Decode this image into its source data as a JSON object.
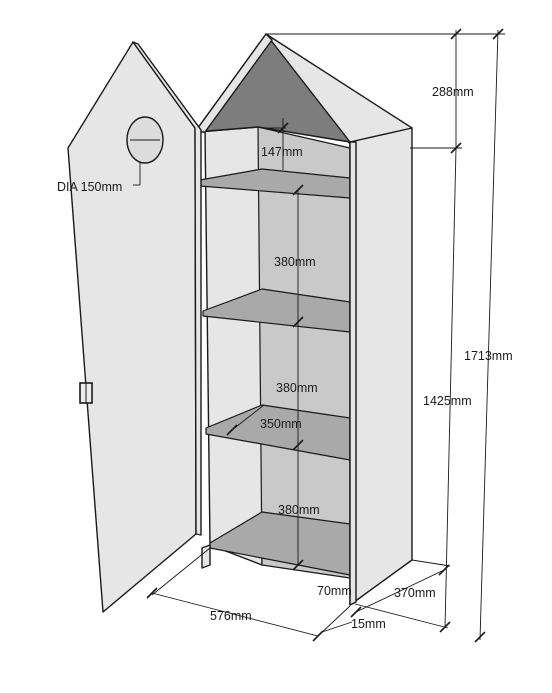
{
  "labels": {
    "roof_height": "288mm",
    "top_shelf_depth": "147mm",
    "porthole_diameter": "DIA 150mm",
    "shelf_gap_upper": "380mm",
    "shelf_gap_middle": "380mm",
    "shelf_width": "350mm",
    "shelf_gap_lower": "380mm",
    "body_height": "1425mm",
    "total_height": "1713mm",
    "plinth_height": "70mm",
    "overall_width": "576mm",
    "panel_thickness": "15mm",
    "depth": "370mm"
  }
}
